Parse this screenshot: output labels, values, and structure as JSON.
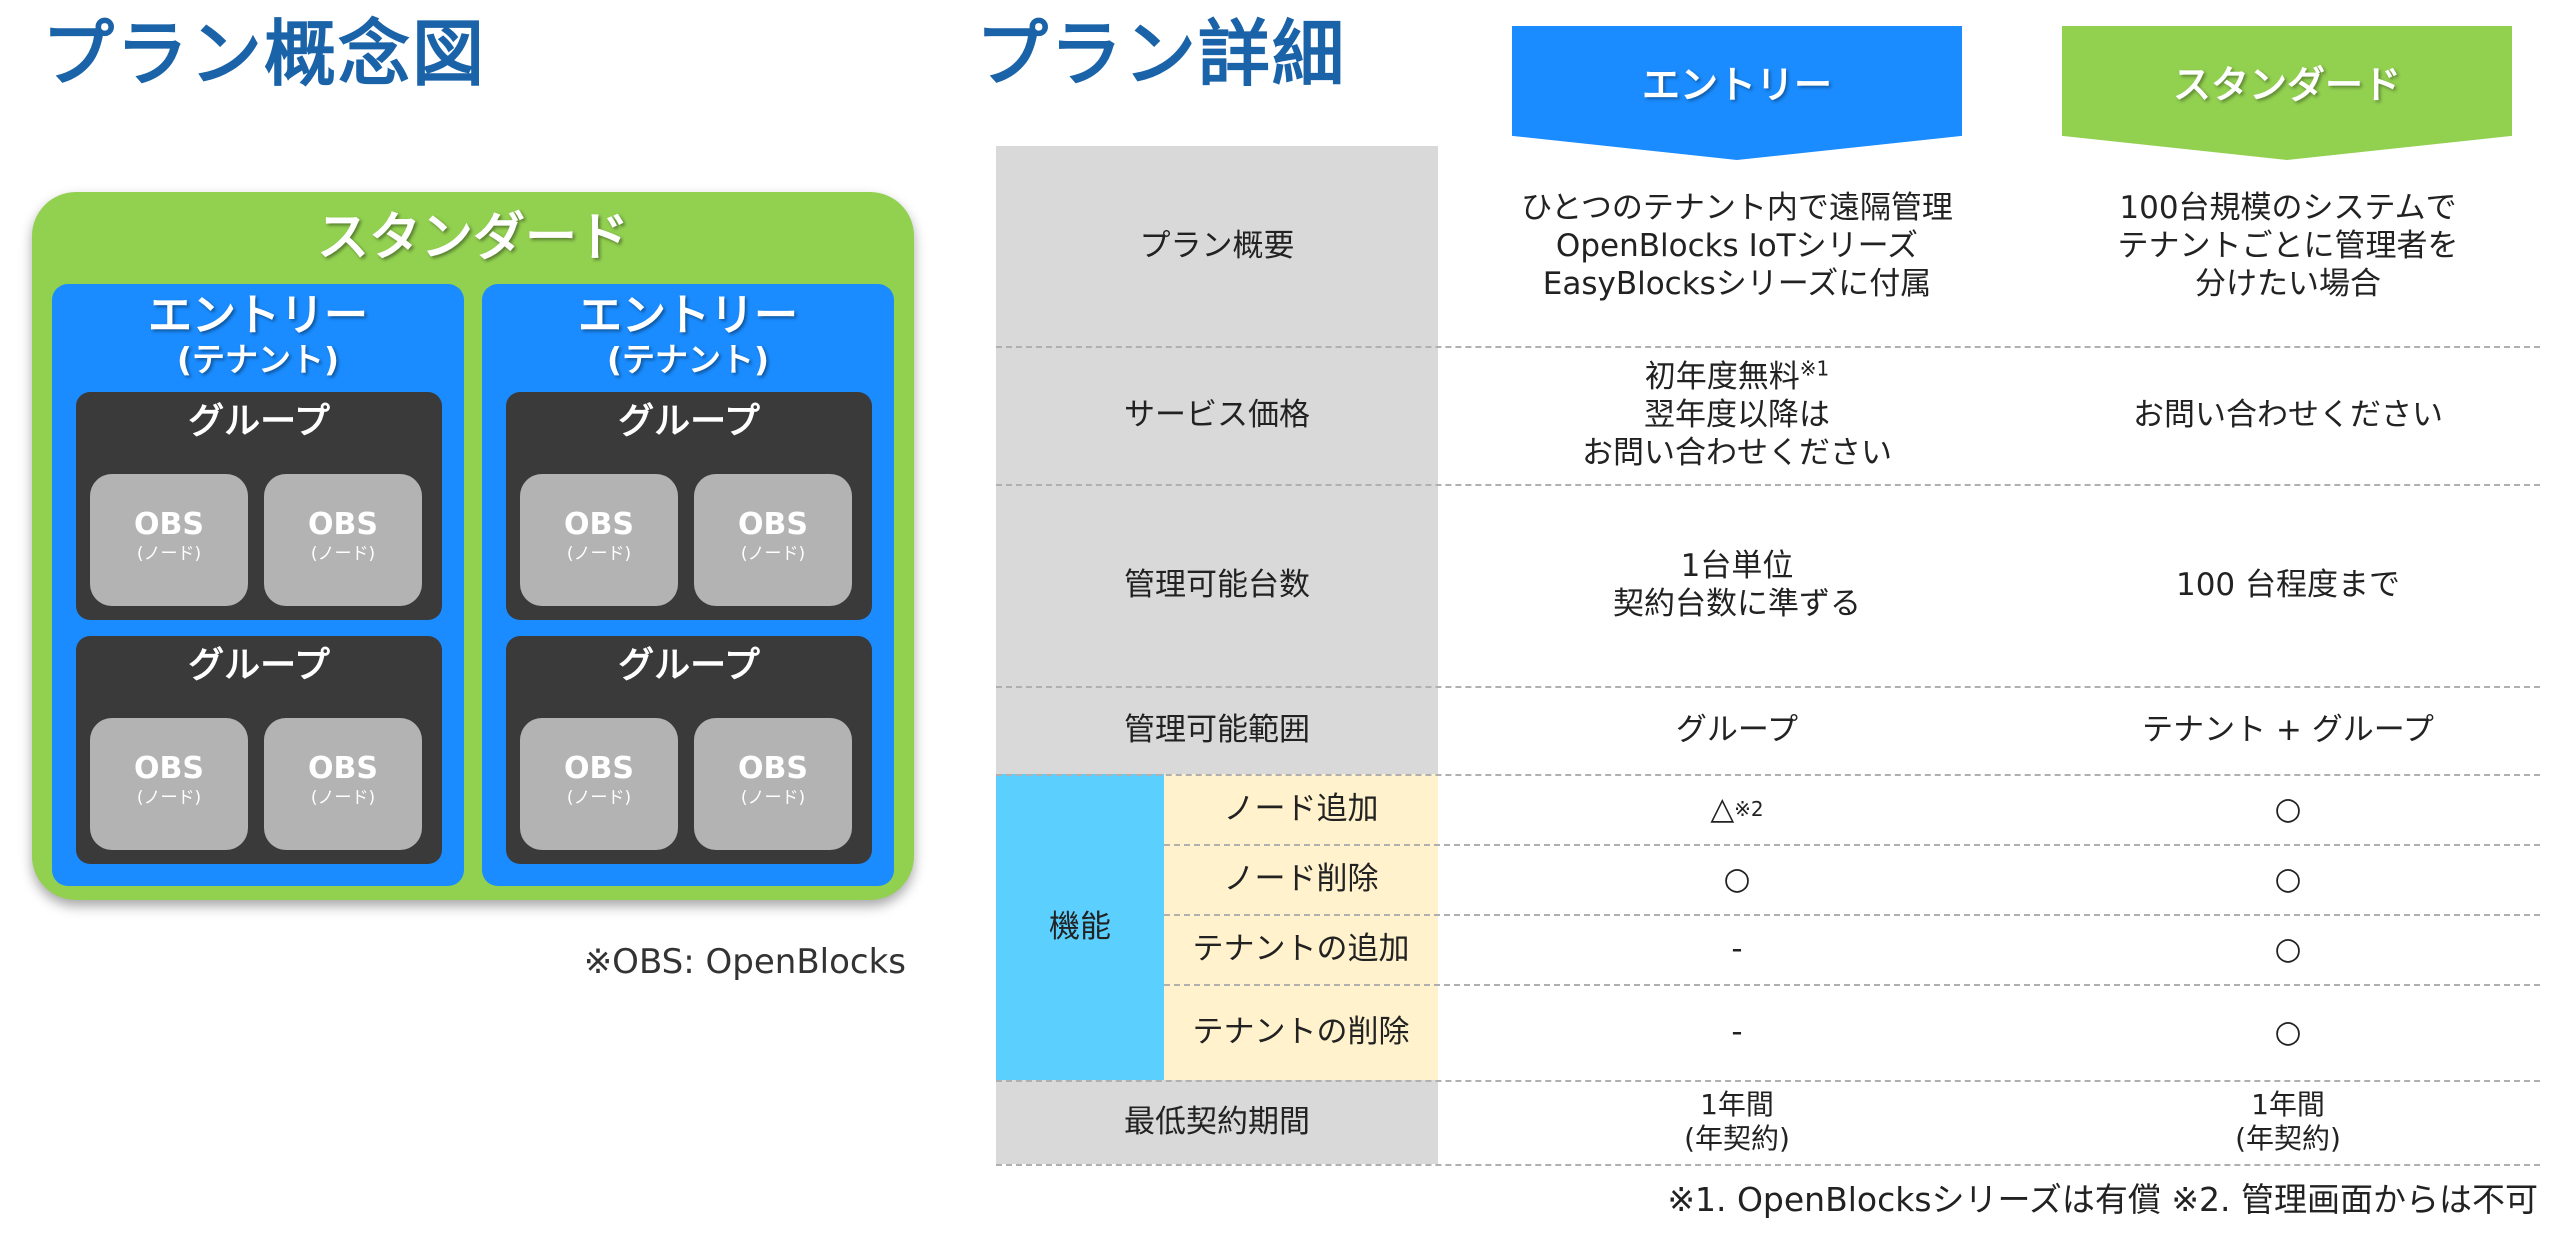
{
  "left": {
    "title": "プラン概念図",
    "standard_label": "スタンダード",
    "entry_label": "エントリー",
    "entry_sub": "(テナント)",
    "group_label": "グループ",
    "node_label": "OBS",
    "node_sub": "(ノード)",
    "obs_note": "※OBS: OpenBlocks"
  },
  "right": {
    "title": "プラン詳細",
    "plans": {
      "entry": {
        "name": "エントリー",
        "color": "#1a8cff"
      },
      "standard": {
        "name": "スタンダード",
        "color": "#92d050"
      }
    },
    "rows": {
      "overview": {
        "label": "プラン概要",
        "entry": [
          "ひとつのテナント内で遠隔管理",
          "OpenBlocks IoTシリーズ",
          "EasyBlocksシリーズに付属"
        ],
        "standard": [
          "100台規模のシステムで",
          "テナントごとに管理者を",
          "分けたい場合"
        ]
      },
      "price": {
        "label": "サービス価格",
        "entry": [
          "初年度無料",
          "翌年度以降は",
          "お問い合わせください"
        ],
        "entry_sup": "※1",
        "standard": "お問い合わせください"
      },
      "count": {
        "label": "管理可能台数",
        "entry": [
          "1台単位",
          "契約台数に準ずる"
        ],
        "standard": "100 台程度まで"
      },
      "scope": {
        "label": "管理可能範囲",
        "entry": "グループ",
        "standard": "テナント + グループ"
      },
      "functions": {
        "label": "機能",
        "items": [
          {
            "label": "ノード追加",
            "entry": "△",
            "entry_sup": "※2",
            "standard": "○"
          },
          {
            "label": "ノード削除",
            "entry": "○",
            "standard": "○"
          },
          {
            "label": "テナントの追加",
            "entry": "-",
            "standard": "○"
          },
          {
            "label": "テナントの削除",
            "entry": "-",
            "standard": "○"
          }
        ]
      },
      "term": {
        "label": "最低契約期間",
        "entry": [
          "1年間",
          "(年契約)"
        ],
        "standard": [
          "1年間",
          "(年契約)"
        ]
      }
    },
    "footnote": "※1. OpenBlocksシリーズは有償 ※2. 管理画面からは不可"
  }
}
